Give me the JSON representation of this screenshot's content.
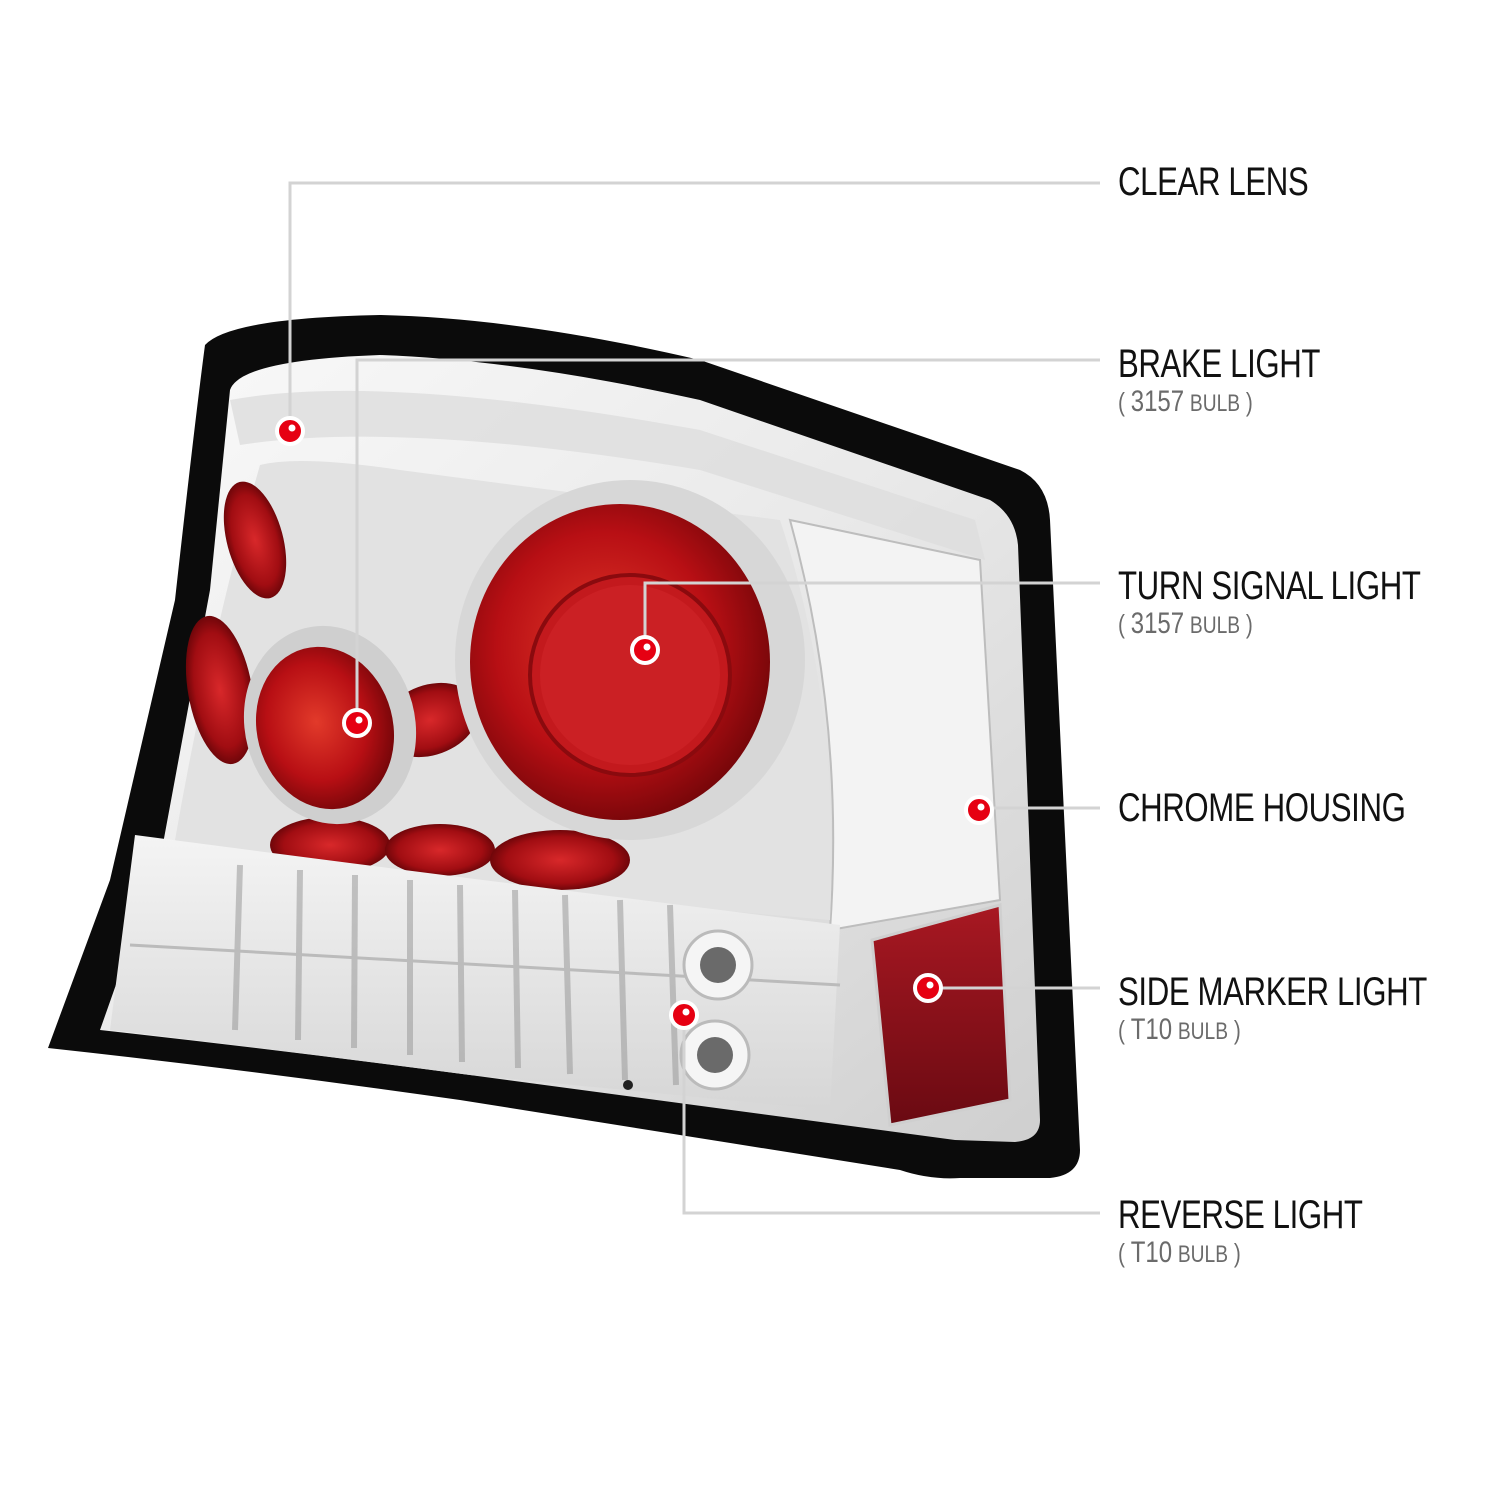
{
  "diagram": {
    "subject": "Chrome tail light assembly with callouts",
    "accent_color": "#e60012",
    "leader_line_color": "#d3d3d3",
    "callouts": [
      {
        "id": "clear-lens",
        "title": "CLEAR LENS",
        "bulb": null
      },
      {
        "id": "brake-light",
        "title": "BRAKE LIGHT",
        "bulb": {
          "open": "(",
          "code": "3157",
          "unit": "BULB",
          "close": ")"
        }
      },
      {
        "id": "turn-signal-light",
        "title": "TURN SIGNAL LIGHT",
        "bulb": {
          "open": "(",
          "code": "3157",
          "unit": "BULB",
          "close": ")"
        }
      },
      {
        "id": "chrome-housing",
        "title": "CHROME HOUSING",
        "bulb": null
      },
      {
        "id": "side-marker-light",
        "title": "SIDE MARKER LIGHT",
        "bulb": {
          "open": "(",
          "code": "T10",
          "unit": "BULB",
          "close": ")"
        }
      },
      {
        "id": "reverse-light",
        "title": "REVERSE LIGHT",
        "bulb": {
          "open": "(",
          "code": "T10",
          "unit": "BULB",
          "close": ")"
        }
      }
    ]
  }
}
